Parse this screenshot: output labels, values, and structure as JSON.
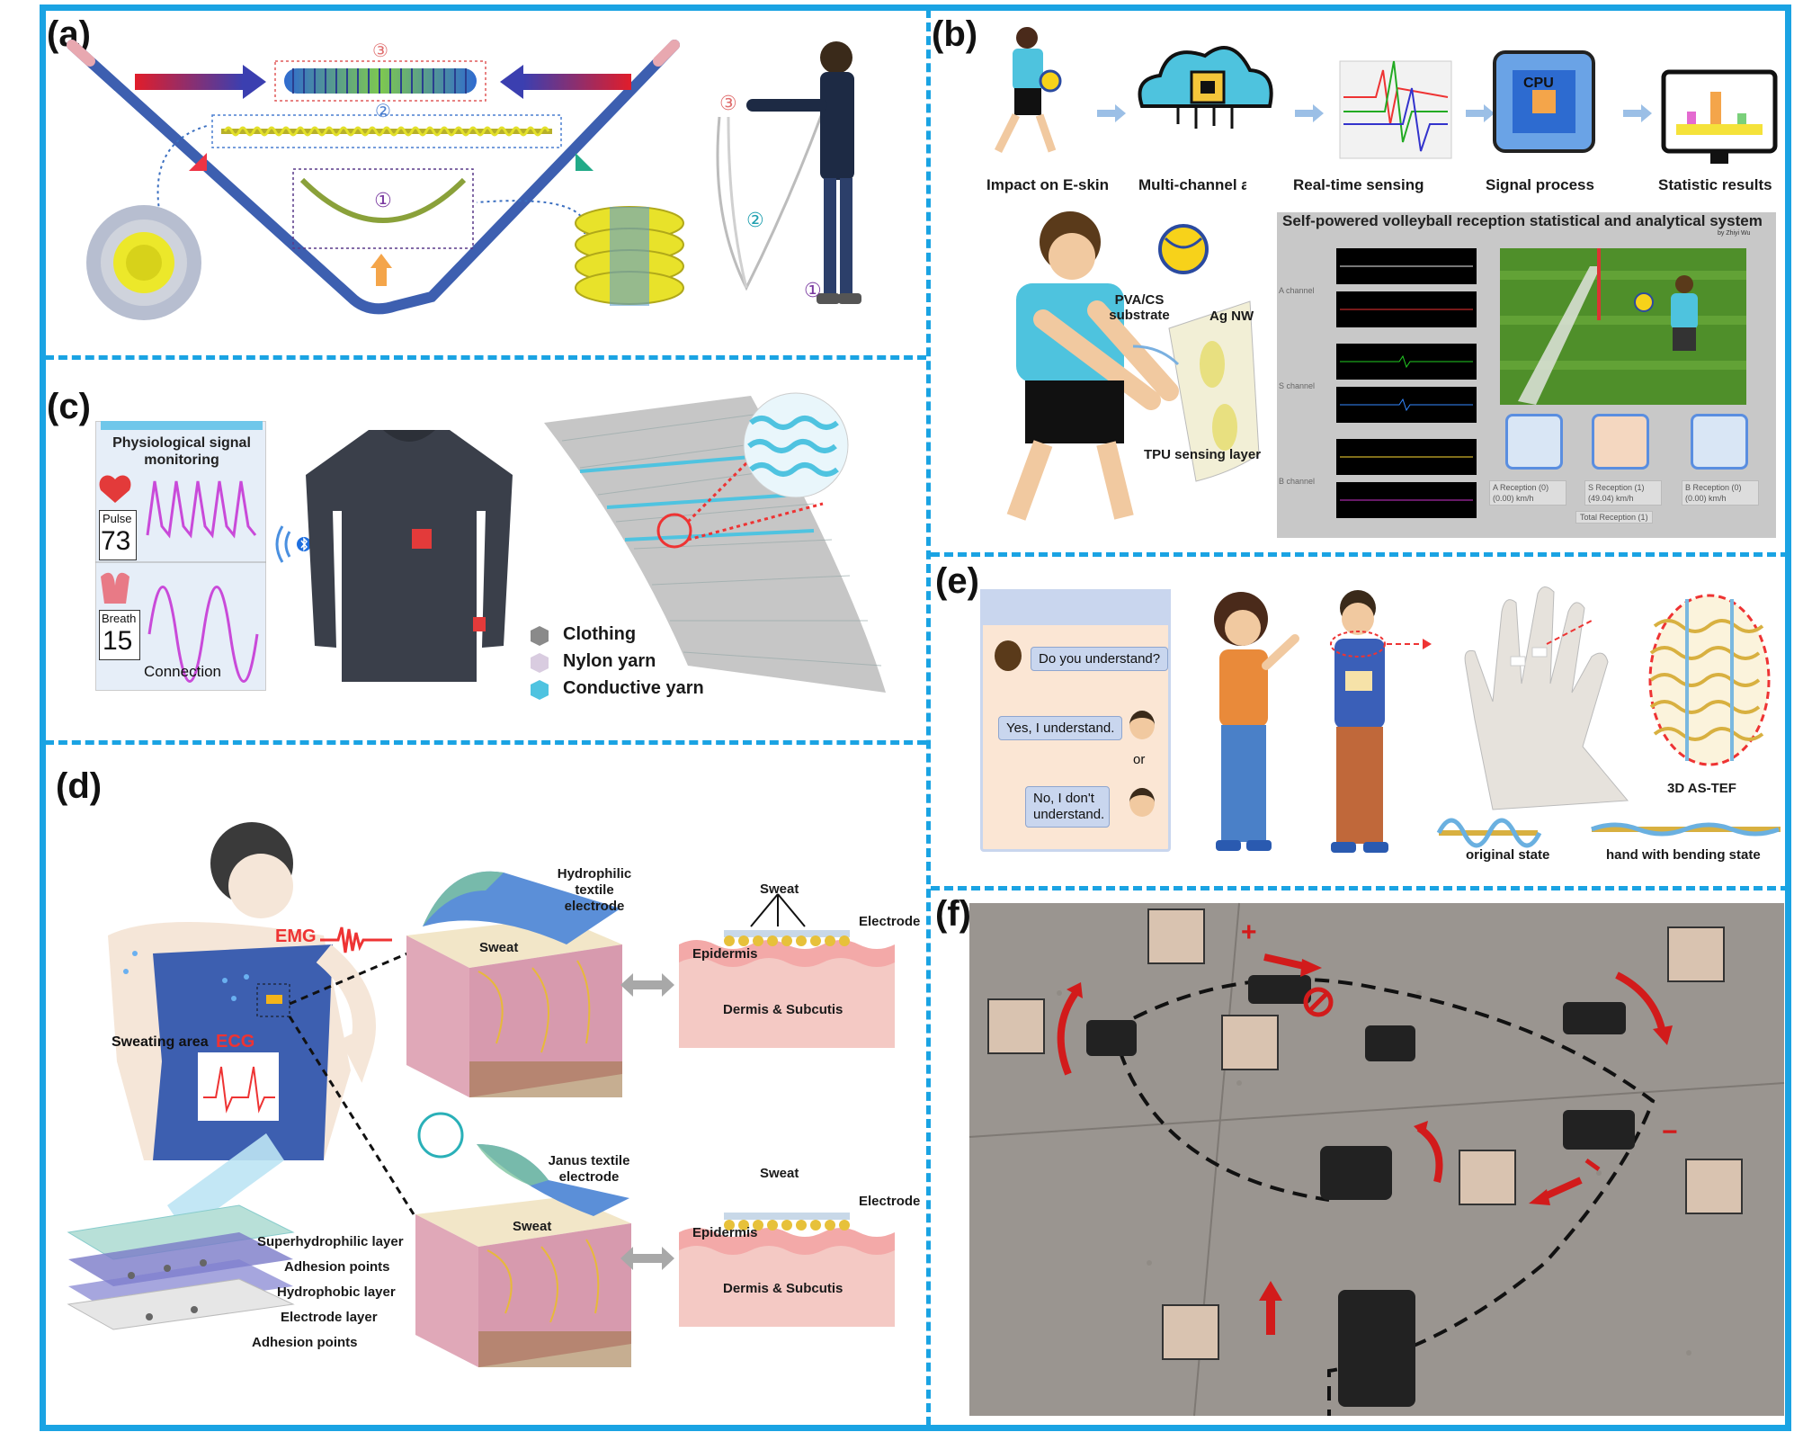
{
  "panels": {
    "a": {
      "label": "(a)",
      "nums": [
        "③",
        "②",
        "①"
      ],
      "side_nums": [
        "③",
        "②",
        "①"
      ]
    },
    "b": {
      "label": "(b)",
      "flow": [
        "Impact on E-skin",
        "Multi-channel acquisition",
        "Real-time sensing",
        "Signal process",
        "Statistic results"
      ],
      "cpu": "CPU",
      "layer_labels": {
        "substrate": "PVA/CS substrate",
        "agnw": "Ag NW",
        "tpu": "TPU sensing layer"
      },
      "system_title": "Self-powered volleyball reception statistical and analytical system",
      "system_author": "by Zhiyi Wu",
      "channels": [
        "A channel",
        "S channel",
        "B channel"
      ],
      "readouts": [
        {
          "name": "A Reception",
          "count": "0",
          "speed": "0.00",
          "unit": "km/h"
        },
        {
          "name": "S Reception",
          "count": "1",
          "speed": "49.04",
          "unit": "km/h"
        },
        {
          "name": "B Reception",
          "count": "0",
          "speed": "0.00",
          "unit": "km/h"
        }
      ],
      "total": "Total Reception",
      "total_count": "1"
    },
    "c": {
      "label": "(c)",
      "phone_title": "Physiological signal monitoring",
      "pulse_label": "Pulse",
      "pulse_value": "73",
      "breath_label": "Breath",
      "breath_value": "15",
      "connection": "Connection",
      "legend": [
        "Clothing",
        "Nylon yarn",
        "Conductive yarn"
      ],
      "legend_colors": [
        "#8a8a8a",
        "#d9cce0",
        "#4fc3e0"
      ]
    },
    "d": {
      "label": "(d)",
      "emg": "EMG",
      "ecg": "ECG",
      "sweating": "Sweating area",
      "hydrophilic": "Hydrophilic textile electrode",
      "janus": "Janus textile electrode",
      "sweat": "Sweat",
      "electrode": "Electrode",
      "epidermis": "Epidermis",
      "dermis": "Dermis & Subcutis",
      "layers": [
        "Superhydrophilic layer",
        "Adhesion points",
        "Hydrophobic layer",
        "Electrode layer",
        "Adhesion points"
      ]
    },
    "e": {
      "label": "(e)",
      "q": "Do you understand?",
      "yes": "Yes, I understand.",
      "or": "or",
      "no": "No, I don't understand.",
      "tef": "3D AS-TEF",
      "original": "original state",
      "bending": "hand with bending state"
    },
    "f": {
      "label": "(f)",
      "plus": "+",
      "minus": "−"
    }
  }
}
